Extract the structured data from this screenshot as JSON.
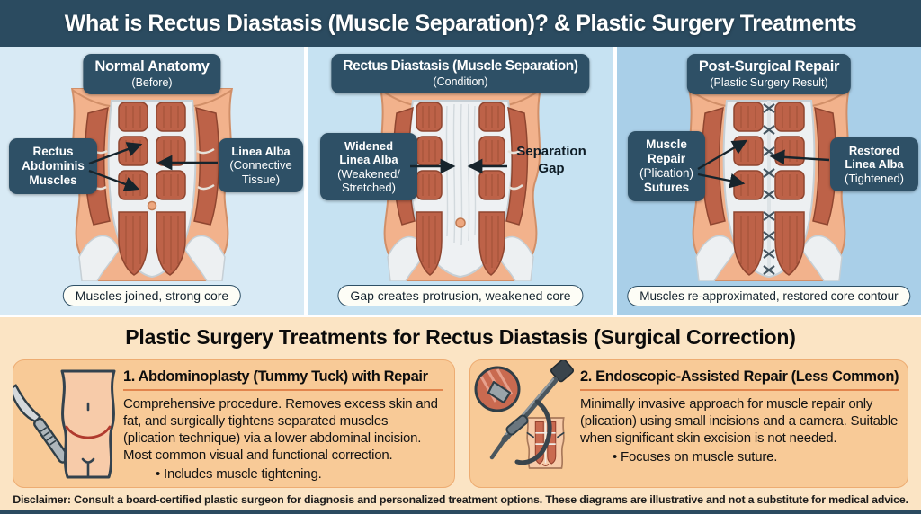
{
  "header": {
    "title": "What is Rectus Diastasis (Muscle Separation)? & Plastic Surgery Treatments"
  },
  "panels": [
    {
      "title": "Normal Anatomy",
      "subtitle": "(Before)",
      "caption": "Muscles joined, strong core",
      "label_left": {
        "bold": "Rectus\nAbdominis\nMuscles",
        "normal": ""
      },
      "label_right": {
        "bold": "Linea Alba",
        "normal": "(Connective\nTissue)"
      }
    },
    {
      "title": "Rectus Diastasis (Muscle Separation)",
      "subtitle": "(Condition)",
      "caption": "Gap creates protrusion, weakened core",
      "label_left": {
        "bold": "Widened\nLinea Alba",
        "normal": "(Weakened/\nStretched)"
      },
      "label_right": {
        "bold": "Separation\nGap",
        "normal": ""
      }
    },
    {
      "title": "Post-Surgical Repair",
      "subtitle": "(Plastic Surgery Result)",
      "caption": "Muscles re-approximated, restored core contour",
      "label_left": {
        "bold": "Muscle\nRepair",
        "normal": "(Plication)",
        "bold2": "Sutures"
      },
      "label_right": {
        "bold": "Restored\nLinea Alba",
        "normal": "(Tightened)"
      }
    }
  ],
  "treatments": {
    "title": "Plastic Surgery Treatments for Rectus Diastasis (Surgical Correction)",
    "cards": [
      {
        "title": "1. Abdominoplasty (Tummy Tuck) with Repair",
        "body": "Comprehensive procedure. Removes excess skin and fat, and surgically tightens separated muscles (plication technique) via a lower abdominal incision. Most common visual and functional correction.",
        "bullet": "• Includes muscle tightening.",
        "icon": "scalpel-and-torso-incision"
      },
      {
        "title": "2. Endoscopic-Assisted Repair (Less Common)",
        "body": "Minimally invasive approach for muscle repair only (plication) using small incisions and a camera. Suitable when significant skin excision is not needed.",
        "bullet": "• Focuses on muscle suture.",
        "icon": "endoscope-and-torso"
      }
    ]
  },
  "disclaimer": "Disclaimer: Consult a board-certified plastic surgeon for diagnosis and personalized treatment options. These diagrams are illustrative and not a substitute for medical advice.",
  "colors": {
    "header_bg": "#2b4b60",
    "label_box_bg": "#2e5066",
    "panel1_bg": "#d8eaf5",
    "panel2_bg": "#c6e2f2",
    "panel3_bg": "#a9cfe8",
    "bottom_bg": "#fbe4c4",
    "card_bg": "#f8ca97",
    "card_underline": "#e2854e",
    "muscle": "#bd6248",
    "skin": "#f2b28c",
    "fascia": "#edf0f2"
  }
}
